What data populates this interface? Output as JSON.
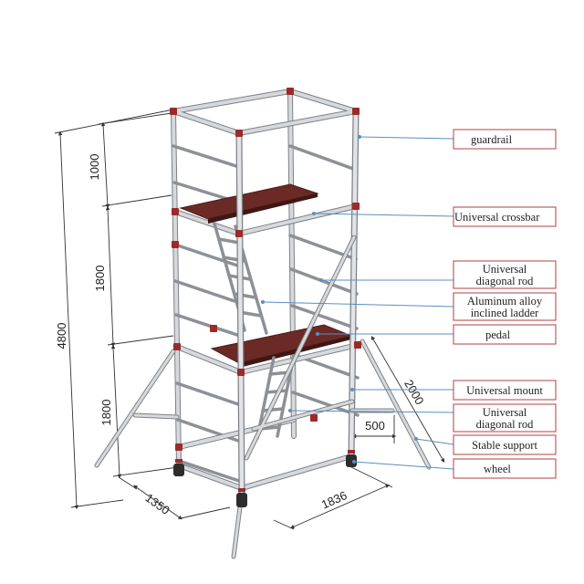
{
  "diagram": {
    "dimensions": {
      "total_height": "4800",
      "guardrail_height": "1000",
      "upper_level_height": "1800",
      "lower_level_height": "1800",
      "base_depth": "1350",
      "base_length": "1836",
      "support_length": "2000",
      "support_offset": "500"
    },
    "labels": [
      {
        "id": "guardrail",
        "lines": [
          "guardrail"
        ]
      },
      {
        "id": "crossbar",
        "lines": [
          "Universal crossbar"
        ]
      },
      {
        "id": "diagonal-rod-1",
        "lines": [
          "Universal",
          "diagonal rod"
        ]
      },
      {
        "id": "ladder",
        "lines": [
          "Aluminum alloy",
          "inclined ladder"
        ]
      },
      {
        "id": "pedal",
        "lines": [
          "pedal"
        ]
      },
      {
        "id": "mount",
        "lines": [
          "Universal mount"
        ]
      },
      {
        "id": "diagonal-rod-2",
        "lines": [
          "Universal",
          "diagonal rod"
        ]
      },
      {
        "id": "support",
        "lines": [
          "Stable support"
        ]
      },
      {
        "id": "wheel",
        "lines": [
          "wheel"
        ]
      }
    ],
    "colors": {
      "frame": "#b9bcc0",
      "frame_edge": "#7d8186",
      "clamp": "#9c2a2a",
      "platform": "#6b2a25",
      "label_border": "#b04040",
      "leader": "#5a8fc0",
      "dimension": "#333333"
    }
  }
}
